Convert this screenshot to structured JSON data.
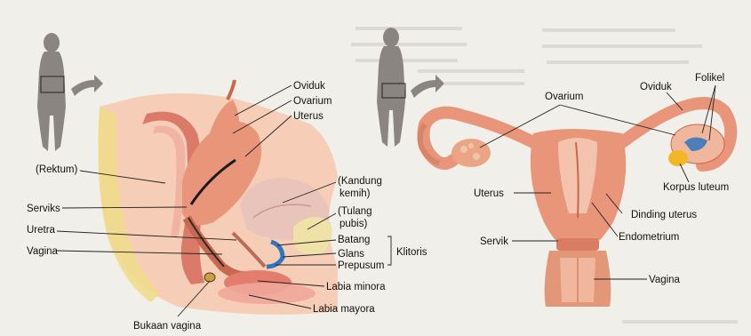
{
  "left_panel": {
    "labels": {
      "oviduk": "Oviduk",
      "ovarium": "Ovarium",
      "uterus": "Uterus",
      "rektum": "(Rektum)",
      "kandung_kemih_1": "(Kandung",
      "kandung_kemih_2": "kemih)",
      "serviks": "Serviks",
      "tulang_pubis_1": "(Tulang",
      "tulang_pubis_2": "pubis)",
      "uretra": "Uretra",
      "batang": "Batang",
      "klitoris": "Klitoris",
      "vagina": "Vagina",
      "glans": "Glans",
      "prepusum": "Prepusum",
      "labia_minora": "Labia minora",
      "labia_mayora": "Labia mayora",
      "bukaan_vagina": "Bukaan vagina"
    }
  },
  "right_panel": {
    "labels": {
      "ovarium": "Ovarium",
      "oviduk": "Oviduk",
      "folikel": "Folikel",
      "korpus_luteum": "Korpus luteum",
      "uterus": "Uterus",
      "dinding_uterus": "Dinding uterus",
      "servik": "Servik",
      "endometrium": "Endometrium",
      "vagina": "Vagina"
    }
  },
  "colors": {
    "background": "#f1efe9",
    "tissue": "#e8957a",
    "tissue_dark": "#c8684e",
    "tissue_light": "#f4c3ad",
    "bladder": "#e9c4ba",
    "bone": "#efe2a8",
    "clitoris": "#2f76c0",
    "corpus_luteum": "#f3b626",
    "silhouette": "#8a8580"
  }
}
